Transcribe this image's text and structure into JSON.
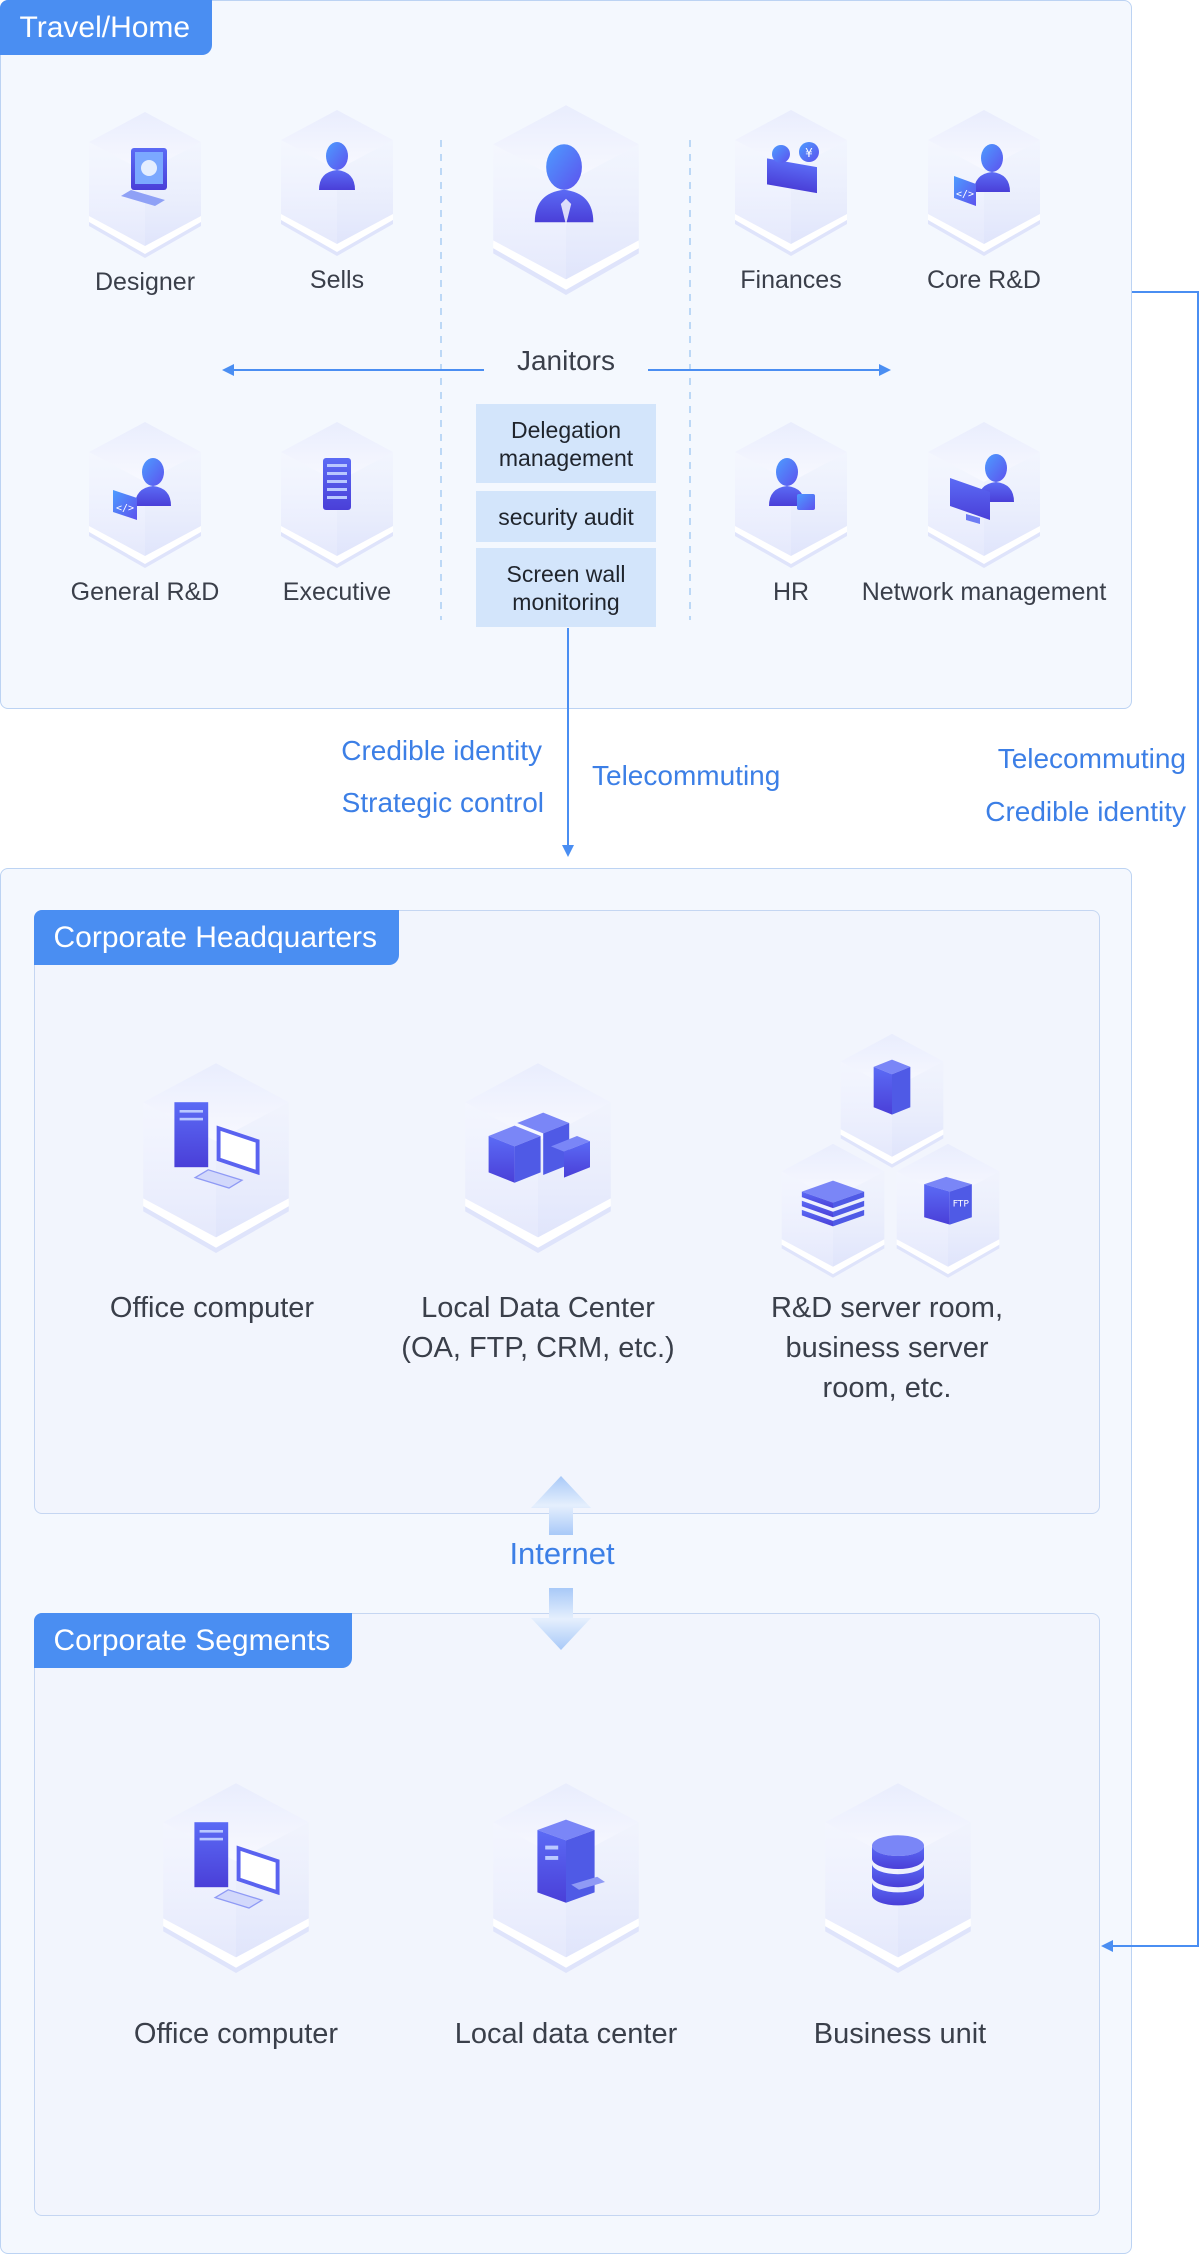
{
  "sections": {
    "travel": "Travel/Home",
    "hq": "Corporate Headquarters",
    "segments": "Corporate Segments"
  },
  "travel_nodes": {
    "designer": "Designer",
    "sells": "Sells",
    "finances": "Finances",
    "core_rd": "Core R&D",
    "general_rd": "General R&D",
    "executive": "Executive",
    "hr": "HR",
    "network_management": "Network management",
    "janitors": "Janitors"
  },
  "janitor_functions": [
    "Delegation management",
    "security audit",
    "Screen wall monitoring"
  ],
  "flows": {
    "credible_identity_left": "Credible identity",
    "strategic_control": "Strategic control",
    "telecommuting_center": "Telecommuting",
    "telecommuting_right": "Telecommuting",
    "credible_identity_right": "Credible identity",
    "internet": "Internet"
  },
  "hq_nodes": {
    "office_computer": "Office computer",
    "local_dc_line1": "Local Data Center",
    "local_dc_line2": "(OA, FTP, CRM, etc.)",
    "rd_line1": "R&D server room,",
    "rd_line2": "business server",
    "rd_line3": "room, etc."
  },
  "segment_nodes": {
    "office_computer": "Office computer",
    "local_dc": "Local data center",
    "business_unit": "Business unit"
  },
  "icon_labels": {
    "ftp_badge": "FTP",
    "code_badge": "</>"
  },
  "colors": {
    "accent": "#4a8ef2",
    "line": "#4a8ef2",
    "icon_primary": "#5a63f0",
    "icon_secondary": "#4c8af5",
    "mgmt_box": "#d3e5fb"
  }
}
